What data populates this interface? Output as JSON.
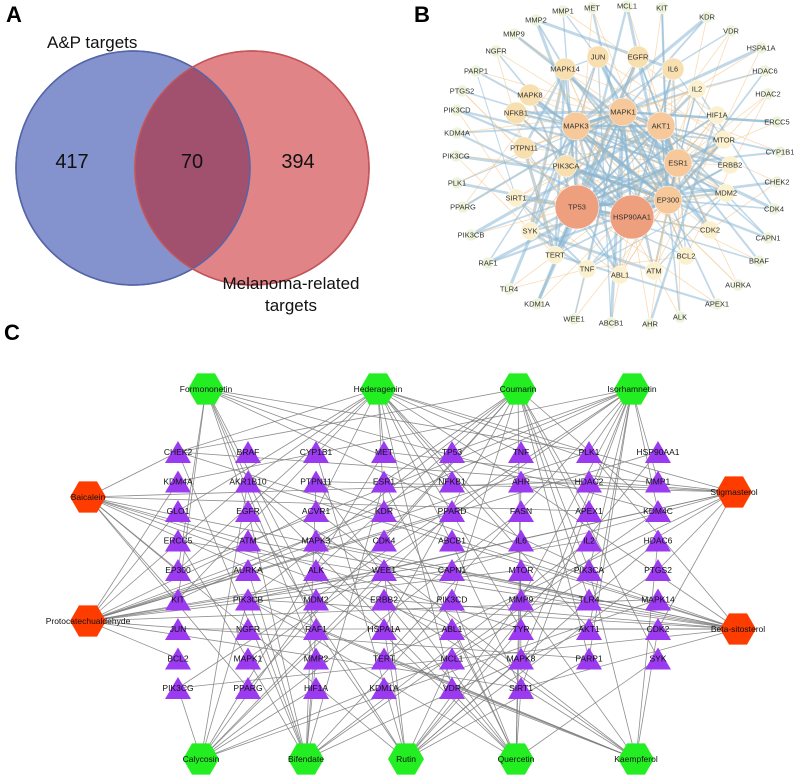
{
  "panels": {
    "a": "A",
    "b": "B",
    "c": "C"
  },
  "venn": {
    "left_label": "A&P targets",
    "right_label_line1": "Melanoma-related",
    "right_label_line2": "targets",
    "left_only": "417",
    "overlap": "70",
    "right_only": "394",
    "colors": {
      "left": "#6f80c4",
      "right": "#dc6e72",
      "overlap": "#a1516e"
    }
  },
  "ppi": {
    "colors": {
      "hub": "#ee9f7e",
      "high": "#f6c89a",
      "mid": "#f8dfb0",
      "low": "#fbf1cf",
      "peripheral": "#eef4dc",
      "edge_strong": "#8db8d3",
      "edge_weak": "#f3c489"
    },
    "nodes": [
      {
        "label": "TP53",
        "tier": "hub"
      },
      {
        "label": "HSP90AA1",
        "tier": "hub"
      },
      {
        "label": "EP300",
        "tier": "high"
      },
      {
        "label": "ESR1",
        "tier": "high"
      },
      {
        "label": "AKT1",
        "tier": "high"
      },
      {
        "label": "MAPK1",
        "tier": "high"
      },
      {
        "label": "MAPK3",
        "tier": "high"
      },
      {
        "label": "PIK3CA",
        "tier": "mid"
      },
      {
        "label": "PTPN11",
        "tier": "mid"
      },
      {
        "label": "NFKB1",
        "tier": "mid"
      },
      {
        "label": "MAPK8",
        "tier": "mid"
      },
      {
        "label": "MAPK14",
        "tier": "mid"
      },
      {
        "label": "JUN",
        "tier": "mid"
      },
      {
        "label": "EGFR",
        "tier": "mid"
      },
      {
        "label": "IL6",
        "tier": "mid"
      },
      {
        "label": "IL2",
        "tier": "low"
      },
      {
        "label": "HIF1A",
        "tier": "low"
      },
      {
        "label": "MTOR",
        "tier": "low"
      },
      {
        "label": "ERBB2",
        "tier": "low"
      },
      {
        "label": "MDM2",
        "tier": "low"
      },
      {
        "label": "CDK2",
        "tier": "low"
      },
      {
        "label": "BCL2",
        "tier": "low"
      },
      {
        "label": "ATM",
        "tier": "low"
      },
      {
        "label": "ABL1",
        "tier": "low"
      },
      {
        "label": "TNF",
        "tier": "low"
      },
      {
        "label": "TERT",
        "tier": "low"
      },
      {
        "label": "SYK",
        "tier": "low"
      },
      {
        "label": "SIRT1",
        "tier": "low"
      },
      {
        "label": "MET",
        "tier": "peripheral"
      },
      {
        "label": "MCL1",
        "tier": "peripheral"
      },
      {
        "label": "KIT",
        "tier": "peripheral"
      },
      {
        "label": "KDR",
        "tier": "peripheral"
      },
      {
        "label": "VDR",
        "tier": "peripheral"
      },
      {
        "label": "HSPA1A",
        "tier": "peripheral"
      },
      {
        "label": "HDAC6",
        "tier": "peripheral"
      },
      {
        "label": "HDAC2",
        "tier": "peripheral"
      },
      {
        "label": "ERCC5",
        "tier": "peripheral"
      },
      {
        "label": "CYP1B1",
        "tier": "peripheral"
      },
      {
        "label": "CHEK2",
        "tier": "peripheral"
      },
      {
        "label": "CDK4",
        "tier": "peripheral"
      },
      {
        "label": "CAPN1",
        "tier": "peripheral"
      },
      {
        "label": "BRAF",
        "tier": "peripheral"
      },
      {
        "label": "AURKA",
        "tier": "peripheral"
      },
      {
        "label": "APEX1",
        "tier": "peripheral"
      },
      {
        "label": "ALK",
        "tier": "peripheral"
      },
      {
        "label": "AHR",
        "tier": "peripheral"
      },
      {
        "label": "ABCB1",
        "tier": "peripheral"
      },
      {
        "label": "WEE1",
        "tier": "peripheral"
      },
      {
        "label": "KDM1A",
        "tier": "peripheral"
      },
      {
        "label": "TLR4",
        "tier": "peripheral"
      },
      {
        "label": "RAF1",
        "tier": "peripheral"
      },
      {
        "label": "PIK3CB",
        "tier": "peripheral"
      },
      {
        "label": "PPARG",
        "tier": "peripheral"
      },
      {
        "label": "PLK1",
        "tier": "peripheral"
      },
      {
        "label": "PIK3CG",
        "tier": "peripheral"
      },
      {
        "label": "KDM4A",
        "tier": "peripheral"
      },
      {
        "label": "PIK3CD",
        "tier": "peripheral"
      },
      {
        "label": "PTGS2",
        "tier": "peripheral"
      },
      {
        "label": "PARP1",
        "tier": "peripheral"
      },
      {
        "label": "NGFR",
        "tier": "peripheral"
      },
      {
        "label": "MMP9",
        "tier": "peripheral"
      },
      {
        "label": "MMP2",
        "tier": "peripheral"
      },
      {
        "label": "MMP1",
        "tier": "peripheral"
      }
    ]
  },
  "network": {
    "colors": {
      "compound_green": "#22ee22",
      "compound_red": "#ff3c00",
      "target": "#9b3af0",
      "edge": "#7a7a7a"
    },
    "top_compounds": [
      "Formononetin",
      "Hederagenin",
      "Coumarin",
      "Isorhamnetin"
    ],
    "bottom_compounds": [
      "Calycosin",
      "Bifendate",
      "Rutin",
      "Quercetin",
      "Kaempferol"
    ],
    "left_compounds": [
      "Baicalein",
      "Protocatechualdehyde"
    ],
    "right_compounds": [
      "Stigmasterol",
      "Beta-sitosterol"
    ],
    "target_columns": [
      [
        "CHEK2",
        "KDM4A",
        "GLO1",
        "ERCC5",
        "EP300",
        "KIT",
        "JUN",
        "BCL2",
        "PIK3CG"
      ],
      [
        "BRAF",
        "AKR1B10",
        "EGFR",
        "ATM",
        "AURKA",
        "PIK3CB",
        "NGFR",
        "MAPK1",
        "PPARG"
      ],
      [
        "CYP1B1",
        "PTPN11",
        "ACVR1",
        "MAPK3",
        "ALK",
        "MDM2",
        "RAF1",
        "MMP2",
        "HIF1A"
      ],
      [
        "MET",
        "ESR1",
        "KDR",
        "CDK4",
        "WEE1",
        "ERBB2",
        "HSPA1A",
        "TERT",
        "KDM1A"
      ],
      [
        "TP53",
        "NFKB1",
        "PPARD",
        "ABCB1",
        "CAPN1",
        "PIK3CD",
        "ABL1",
        "MCL1",
        "VDR"
      ],
      [
        "TNF",
        "AHR",
        "FASN",
        "IL6",
        "MTOR",
        "MMP9",
        "TYR",
        "MAPK8",
        "SIRT1"
      ],
      [
        "PLK1",
        "HDAC2",
        "APEX1",
        "IL2",
        "PIK3CA",
        "TLR4",
        "AKT1",
        "PARP1"
      ],
      [
        "HSP90AA1",
        "MMP1",
        "KDM4C",
        "HDAC6",
        "PTGS2",
        "MAPK14",
        "CDK2",
        "SYK"
      ]
    ]
  }
}
